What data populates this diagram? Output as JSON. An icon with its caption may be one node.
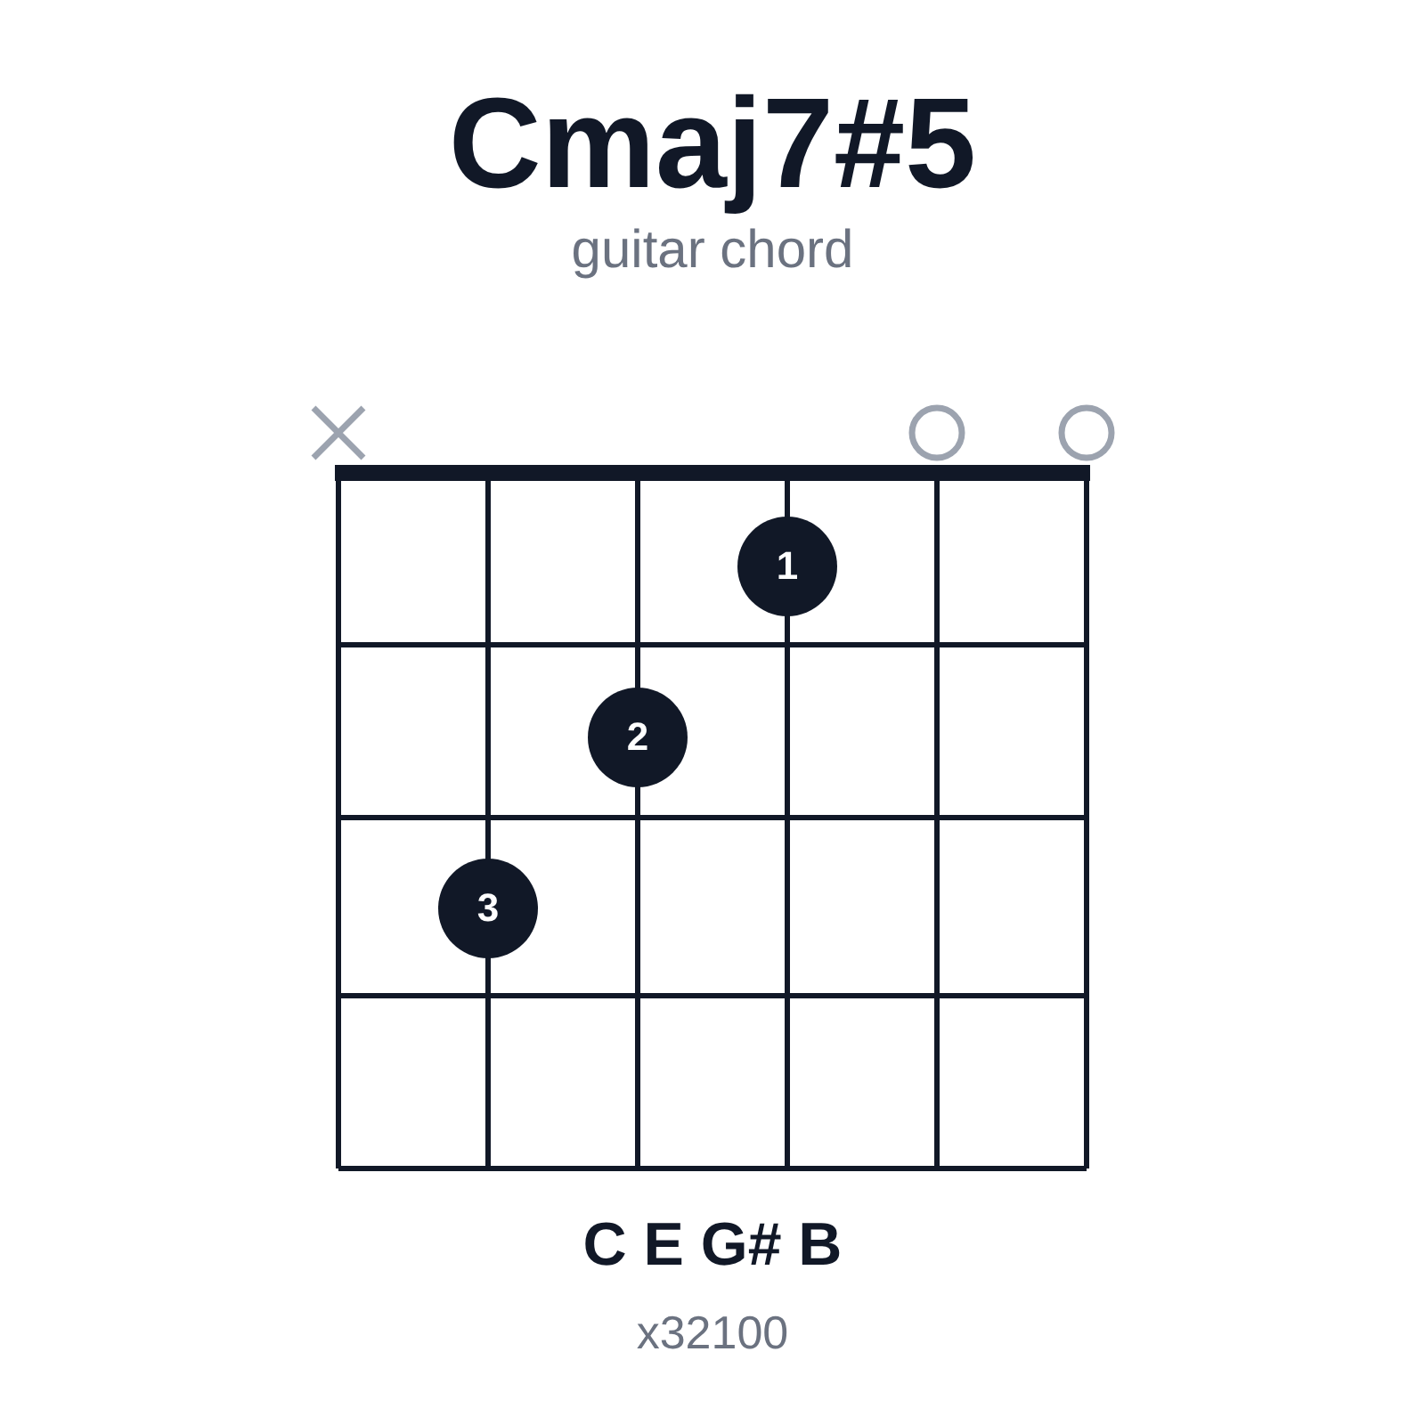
{
  "diagram": {
    "title": "Cmaj7#5",
    "nodes": [
      {
        "text": [],
        "shape": "cross"
      },
      {
        "text": [],
        "shape": "circle"
      },
      {
        "text": [],
        "shape": "circle"
      },
      {
        "text": [
          "1"
        ]
      },
      {
        "text": [
          "2"
        ]
      },
      {
        "text": [
          "3"
        ]
      }
    ],
    "labels": [
      "guitar chord",
      "C E G# B",
      "x32100"
    ]
  }
}
